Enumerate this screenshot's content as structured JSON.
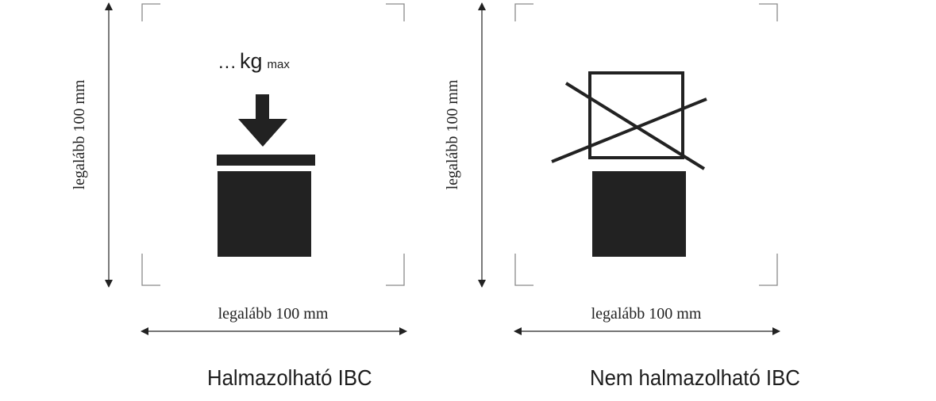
{
  "colors": {
    "ink": "#222222",
    "bracket": "#8a8a8a",
    "background": "#ffffff"
  },
  "panels": [
    {
      "caption": "Halmazolható IBC",
      "width_label": "legalább 100 mm",
      "height_label": "legalább 100 mm",
      "load_label": {
        "prefix": "...",
        "unit": "kg",
        "suffix": "max"
      },
      "icons": [
        "downward-arrow-icon",
        "load-plate",
        "container-block"
      ]
    },
    {
      "caption": "Nem halmazolható IBC",
      "width_label": "legalább 100 mm",
      "height_label": "legalább 100 mm",
      "icons": [
        "crossed-out-box-icon",
        "container-block"
      ]
    }
  ]
}
